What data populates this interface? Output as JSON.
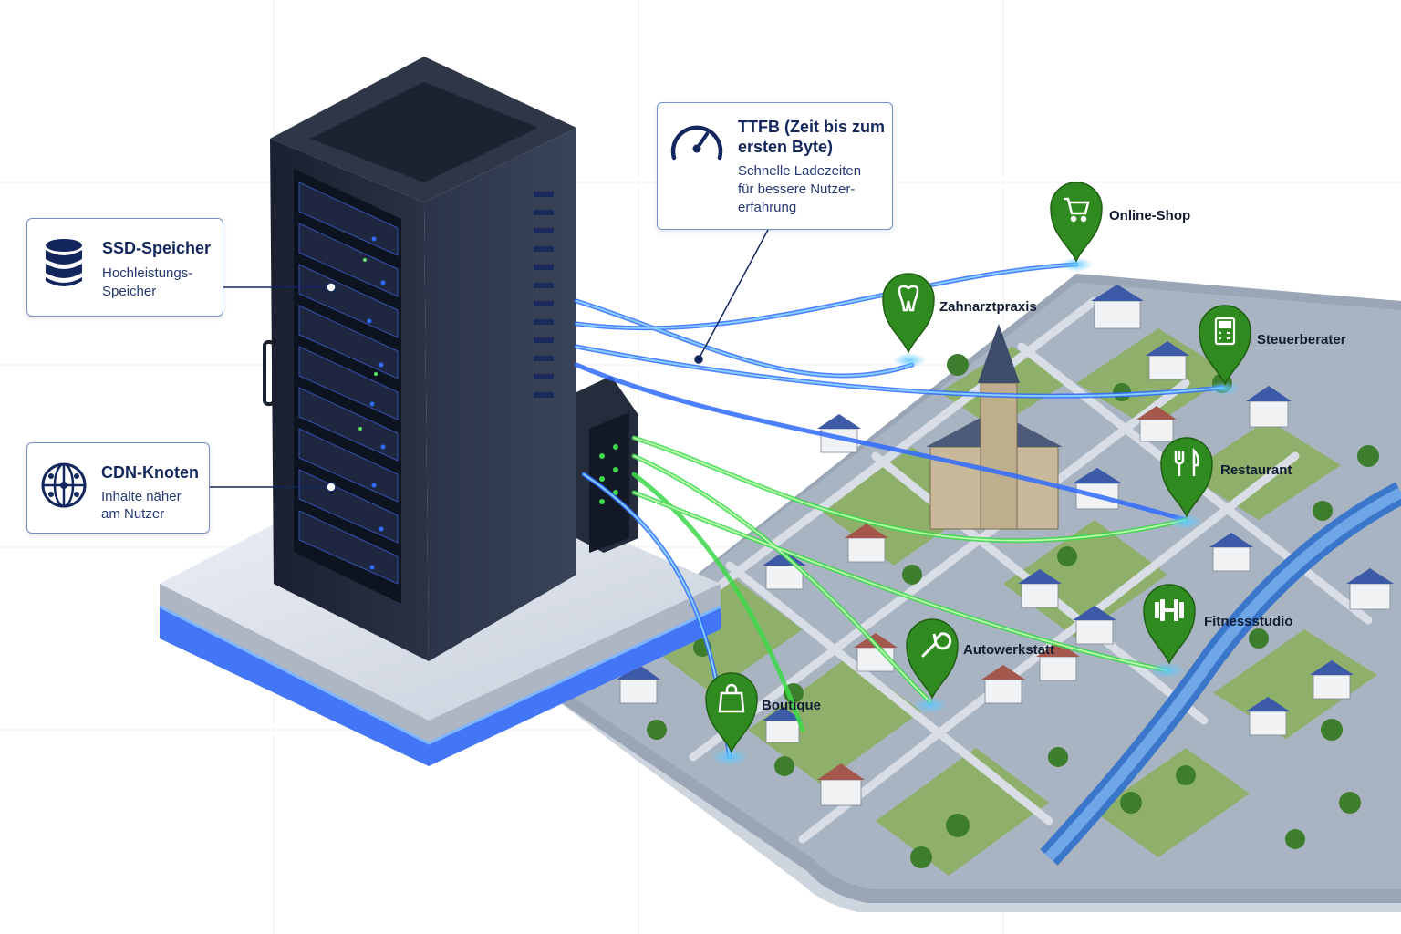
{
  "colors": {
    "navy": "#13275e",
    "accent_blue": "#2f6bff",
    "accent_green": "#3cd94a",
    "pin_green": "#2f8a1f"
  },
  "callouts": {
    "ssd": {
      "title": "SSD-Speicher",
      "line1": "Hochleistungs-",
      "line2": "Speicher",
      "icon": "database-icon"
    },
    "cdn": {
      "title": "CDN-Knoten",
      "line1": "Inhalte näher",
      "line2": "am Nutzer",
      "icon": "globe-network-icon"
    },
    "ttfb": {
      "title1": "TTFB (Zeit bis zum",
      "title2": "ersten Byte)",
      "line1": "Schnelle Ladezeiten",
      "line2": "für bessere Nutzer-",
      "line3": "erfahrung",
      "icon": "speedometer-icon"
    }
  },
  "locations": [
    {
      "label": "Online-Shop",
      "icon": "shopping-cart-icon"
    },
    {
      "label": "Zahnarztpraxis",
      "icon": "tooth-icon"
    },
    {
      "label": "Steuerberater",
      "icon": "calculator-icon"
    },
    {
      "label": "Restaurant",
      "icon": "fork-knife-icon"
    },
    {
      "label": "Fitnessstudio",
      "icon": "dumbbell-icon"
    },
    {
      "label": "Autowerkstatt",
      "icon": "wrench-icon"
    },
    {
      "label": "Boutique",
      "icon": "shopping-bag-icon"
    }
  ]
}
